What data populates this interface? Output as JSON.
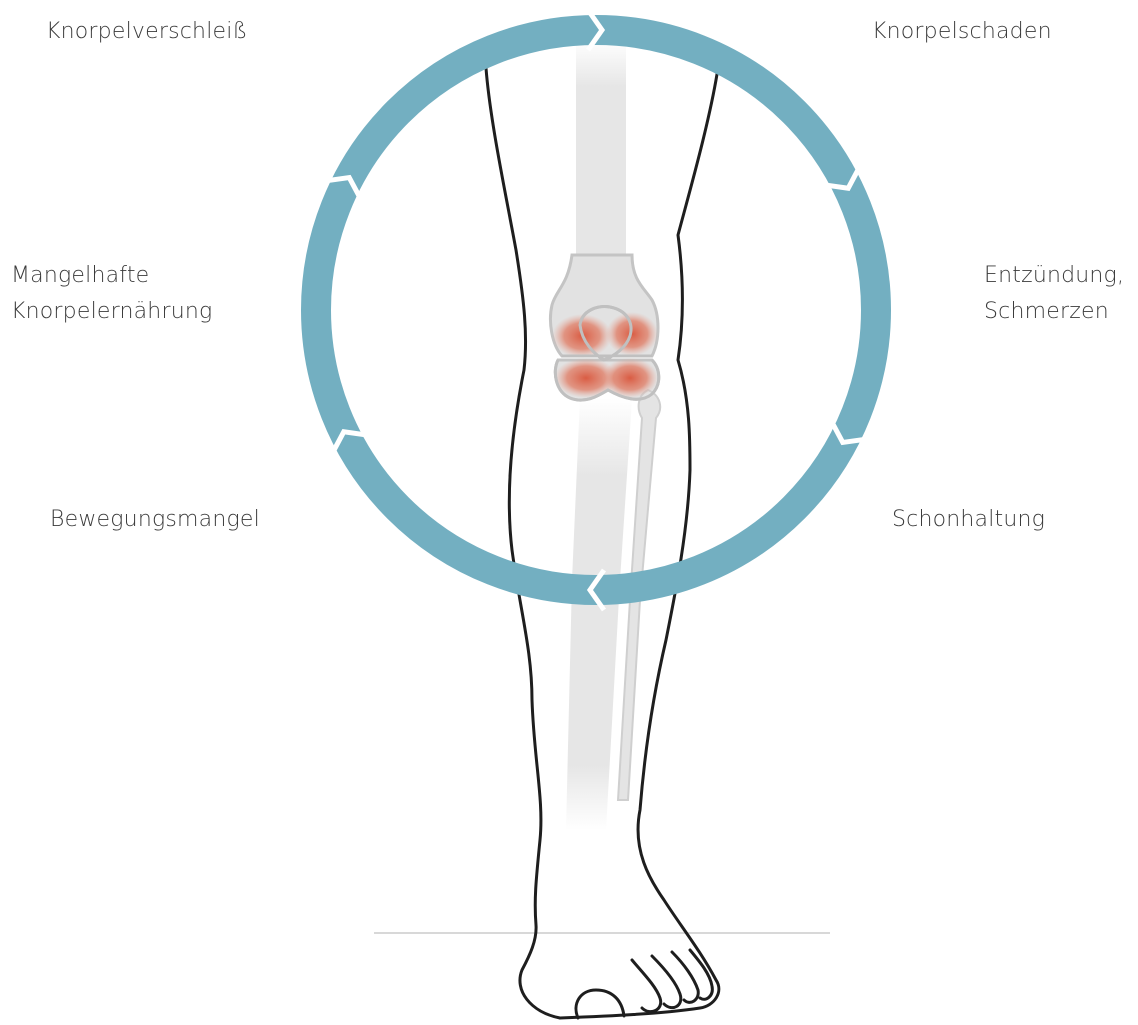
{
  "colors": {
    "ring": "#73afc1",
    "outline": "#1e1e1e",
    "bone": "#e2e2e2",
    "bone_stroke": "#c9c9c9",
    "inflammation": "#d9553b",
    "floor": "#d8d8d8"
  },
  "cycle": {
    "labels": {
      "cartilage_wear": "Knorpelverschleiß",
      "cartilage_damage": "Knorpelschaden",
      "inflammation_pain": [
        "Entzündung,",
        "Schmerzen"
      ],
      "protective_posture": "Schonhaltung",
      "lack_of_movement": "Bewegungsmangel",
      "poor_nutrition": [
        "Mangelhafte",
        "Knorpelernährung"
      ]
    }
  }
}
